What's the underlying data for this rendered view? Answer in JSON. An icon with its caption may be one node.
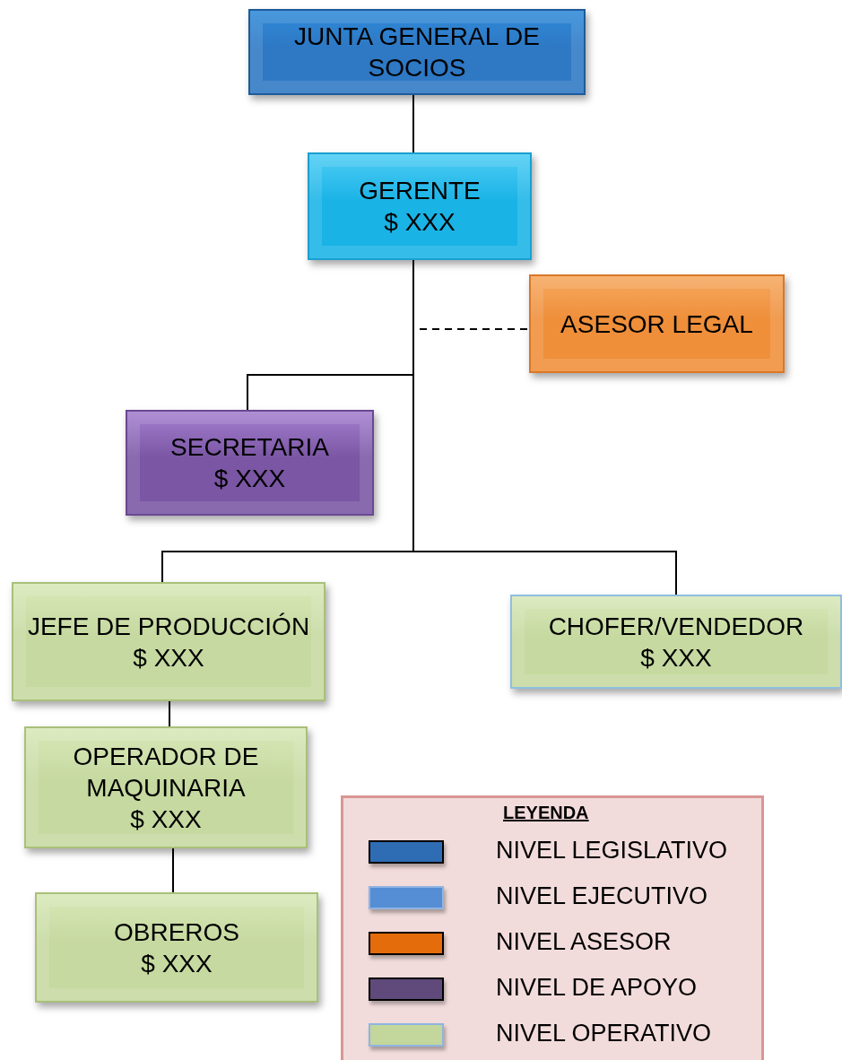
{
  "diagram": {
    "nodes": [
      {
        "text": [
          "JUNTA GENERAL DE SOCIOS"
        ]
      },
      {
        "text": [
          "GERENTE",
          "$ XXX"
        ]
      },
      {
        "text": [
          "ASESOR LEGAL"
        ]
      },
      {
        "text": [
          "SECRETARIA",
          "$ XXX"
        ]
      },
      {
        "text": [
          "JEFE DE PRODUCCIÓN",
          "$ XXX"
        ]
      },
      {
        "text": [
          "CHOFER/VENDEDOR",
          "$ XXX"
        ]
      },
      {
        "text": [
          "OPERADOR DE MAQUINARIA",
          "$ XXX"
        ]
      },
      {
        "text": [
          "OBREROS",
          "$ XXX"
        ]
      }
    ],
    "edges": [
      {
        "from": 0,
        "to": 1,
        "arrow": "none"
      },
      {
        "from": 1,
        "to": 2,
        "arrow": "none",
        "style": "dashed"
      },
      {
        "from": 1,
        "to": 3,
        "arrow": "none"
      },
      {
        "from": 1,
        "to": 4,
        "arrow": "none"
      },
      {
        "from": 1,
        "to": 5,
        "arrow": "none"
      },
      {
        "from": 4,
        "to": 6,
        "arrow": "none"
      },
      {
        "from": 6,
        "to": 7,
        "arrow": "none"
      }
    ],
    "labels": [
      "LEYENDA"
    ],
    "legend": [
      {
        "text": "NIVEL LEGISLATIVO",
        "color": "#2e6db4"
      },
      {
        "text": "NIVEL EJECUTIVO",
        "color": "#558ed5"
      },
      {
        "text": "NIVEL ASESOR",
        "color": "#e46c0a"
      },
      {
        "text": "NIVEL DE APOYO",
        "color": "#604a7b"
      },
      {
        "text": "NIVEL OPERATIVO",
        "color": "#c3d69b"
      }
    ]
  }
}
